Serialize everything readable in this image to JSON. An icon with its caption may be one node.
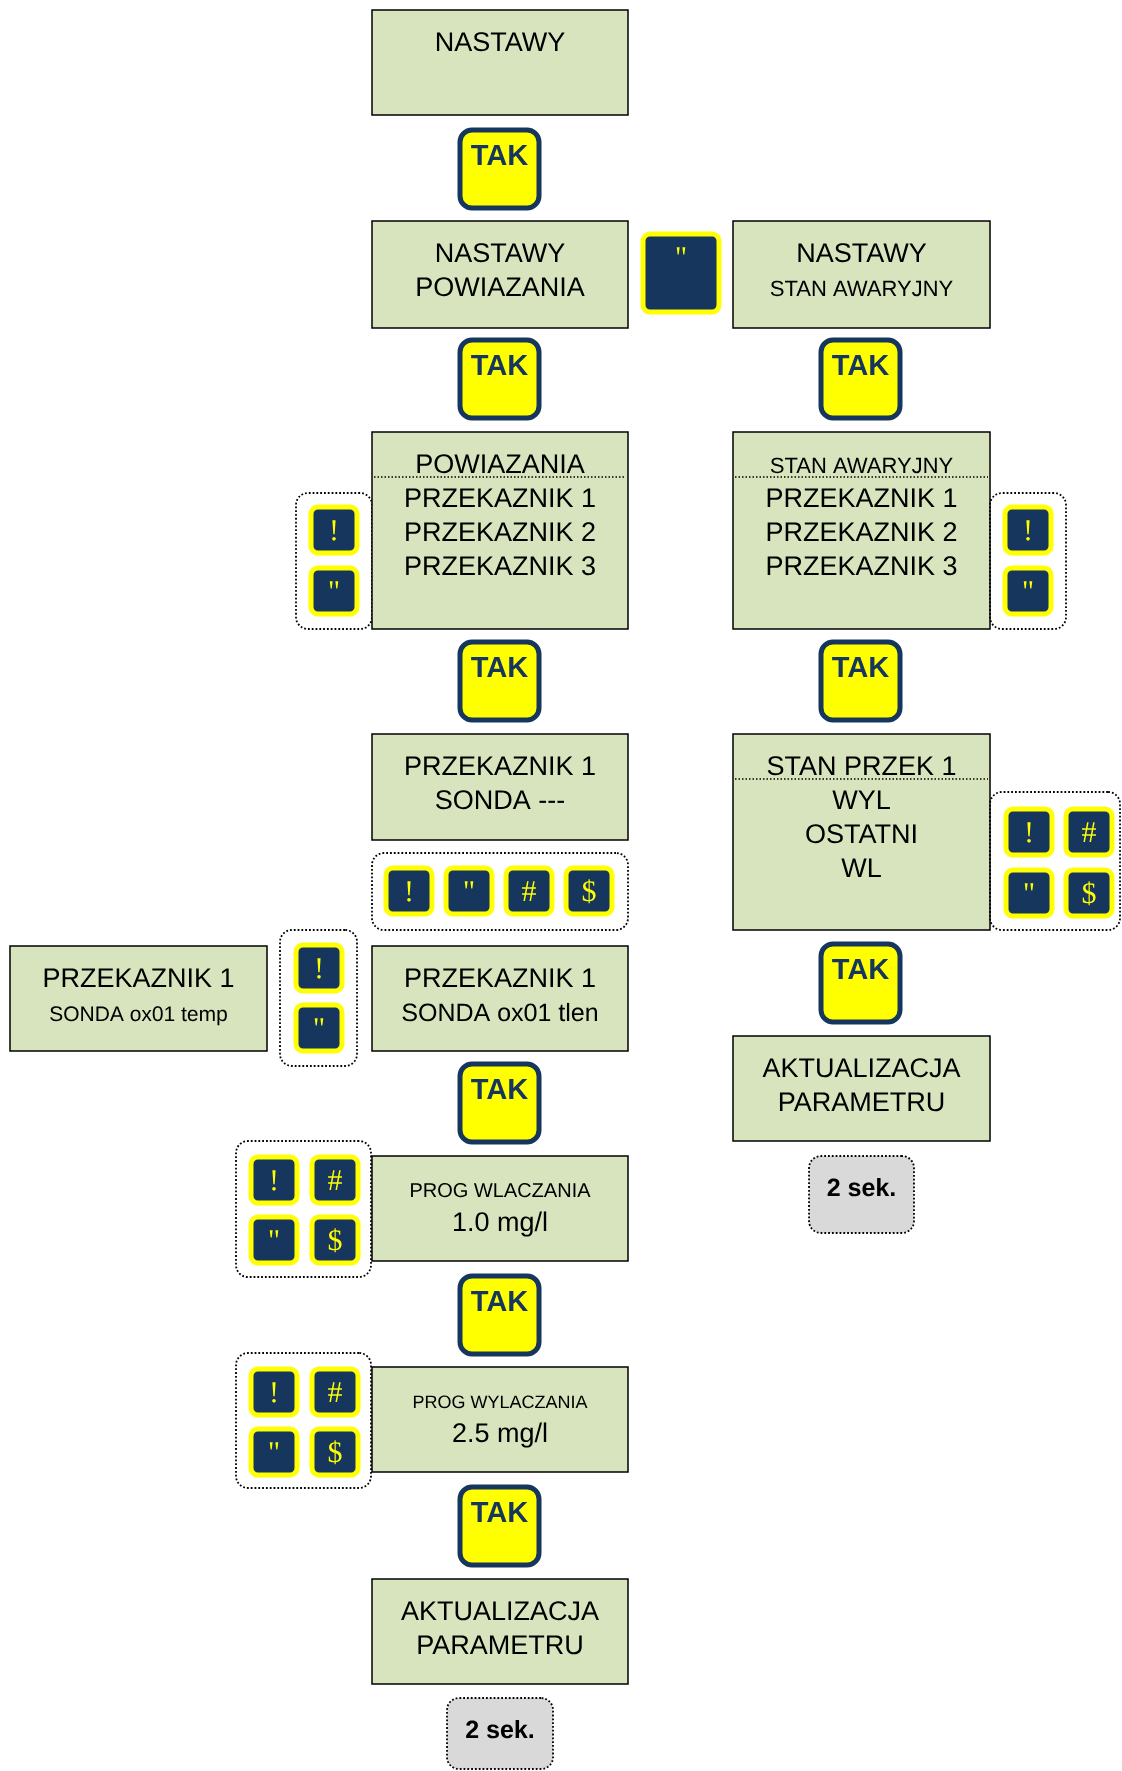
{
  "diagram": {
    "nodes": [
      {
        "text": [
          "NASTAWY"
        ]
      },
      {
        "text": [
          "TAK"
        ]
      },
      {
        "text": [
          "NASTAWY",
          "POWIAZANIA"
        ]
      },
      {
        "text": [
          "\""
        ]
      },
      {
        "text": [
          "NASTAWY",
          "STAN AWARYJNY"
        ]
      },
      {
        "text": [
          "TAK"
        ]
      },
      {
        "text": [
          "TAK"
        ]
      },
      {
        "text": [],
        "shape": "box"
      },
      {
        "text": [
          "!"
        ],
        "in": 7
      },
      {
        "text": [
          "\""
        ],
        "in": 7
      },
      {
        "text": [
          "POWIAZANIA",
          "PRZEKAZNIK 1",
          "PRZEKAZNIK 2",
          "PRZEKAZNIK 3"
        ]
      },
      {
        "text": [
          "STAN AWARYJNY",
          "PRZEKAZNIK 1",
          "PRZEKAZNIK 2",
          "PRZEKAZNIK 3"
        ]
      },
      {
        "text": [],
        "shape": "box"
      },
      {
        "text": [
          "!"
        ],
        "in": 12
      },
      {
        "text": [
          "\""
        ],
        "in": 12
      },
      {
        "text": [
          "TAK"
        ]
      },
      {
        "text": [
          "TAK"
        ]
      },
      {
        "text": [
          "PRZEKAZNIK 1",
          "SONDA ---"
        ]
      },
      {
        "text": [
          "STAN PRZEK 1",
          "WYL",
          "OSTATNI",
          "WL"
        ]
      },
      {
        "text": [],
        "shape": "box"
      },
      {
        "text": [
          "!"
        ],
        "in": 19
      },
      {
        "text": [
          "#"
        ],
        "in": 19
      },
      {
        "text": [
          "\""
        ],
        "in": 19
      },
      {
        "text": [
          "$"
        ],
        "in": 19
      },
      {
        "text": [],
        "shape": "box"
      },
      {
        "text": [
          "!"
        ],
        "in": 24
      },
      {
        "text": [
          "\""
        ],
        "in": 24
      },
      {
        "text": [
          "#"
        ],
        "in": 24
      },
      {
        "text": [
          "$"
        ],
        "in": 24
      },
      {
        "text": [
          "TAK"
        ]
      },
      {
        "text": [
          "PRZEKAZNIK 1",
          "SONDA ox01 temp"
        ]
      },
      {
        "text": [],
        "shape": "box"
      },
      {
        "text": [
          "!"
        ],
        "in": 31
      },
      {
        "text": [
          "\""
        ],
        "in": 31
      },
      {
        "text": [
          "PRZEKAZNIK 1",
          "SONDA ox01 tlen"
        ]
      },
      {
        "text": [
          "AKTUALIZACJA PARAMETRU"
        ]
      },
      {
        "text": [
          "TAK"
        ]
      },
      {
        "text": [
          "2 sek."
        ]
      },
      {
        "text": [],
        "shape": "box"
      },
      {
        "text": [
          "!"
        ],
        "in": 38
      },
      {
        "text": [
          "#"
        ],
        "in": 38
      },
      {
        "text": [
          "\""
        ],
        "in": 38
      },
      {
        "text": [
          "$"
        ],
        "in": 38
      },
      {
        "text": [
          "PROG WLACZANIA",
          "1.0 mg/l"
        ]
      },
      {
        "text": [
          "TAK"
        ]
      },
      {
        "text": [],
        "shape": "box"
      },
      {
        "text": [
          "!"
        ],
        "in": 45
      },
      {
        "text": [
          "#"
        ],
        "in": 45
      },
      {
        "text": [
          "\""
        ],
        "in": 45
      },
      {
        "text": [
          "$"
        ],
        "in": 45
      },
      {
        "text": [
          "PROG WYLACZANIA",
          "2.5 mg/l"
        ]
      },
      {
        "text": [
          "TAK"
        ]
      },
      {
        "text": [
          "AKTUALIZACJA PARAMETRU"
        ]
      },
      {
        "text": [
          "2 sek."
        ]
      }
    ]
  }
}
